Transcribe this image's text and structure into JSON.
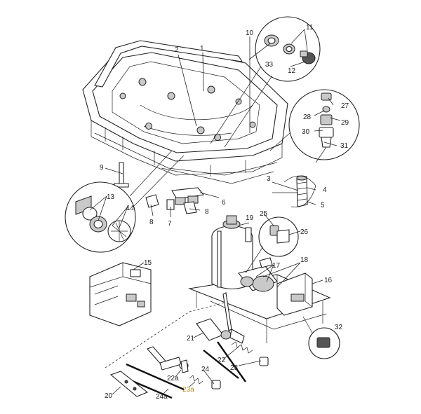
{
  "labels": {
    "l1": "1",
    "l2": "2",
    "l3": "3",
    "l4": "4",
    "l5": "5",
    "l6": "6",
    "l7": "7",
    "l8a": "8",
    "l8b": "8",
    "l9": "9",
    "l10": "10",
    "l11": "11",
    "l12": "12",
    "l13": "13",
    "l14": "14",
    "l15": "15",
    "l16": "16",
    "l17": "17",
    "l18": "18",
    "l19": "19",
    "l20": "20",
    "l21": "21",
    "l22": "22",
    "l22a": "22a",
    "l23": "23",
    "l23a": "23a",
    "l24": "24",
    "l24a": "24a",
    "l25": "25",
    "l26": "26",
    "l27": "27",
    "l28": "28",
    "l29": "29",
    "l30": "30",
    "l31": "31",
    "l32": "32",
    "l33": "33"
  },
  "colors": {
    "line": "#222222",
    "label": "#222222",
    "accent_label": "#b08a2a",
    "grey_fill": "#c9c9c9"
  }
}
